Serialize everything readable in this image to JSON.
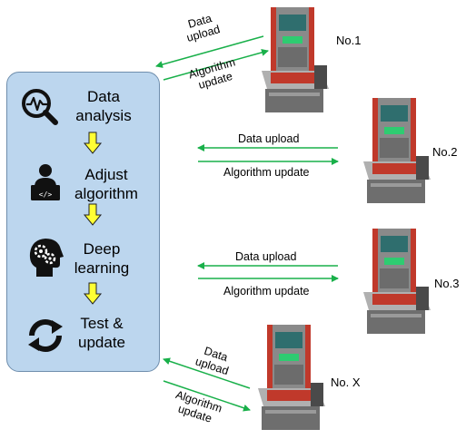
{
  "process": {
    "steps": [
      {
        "label_line1": "Data",
        "label_line2": "analysis",
        "icon": "analysis-search-icon"
      },
      {
        "label_line1": "Adjust",
        "label_line2": "algorithm",
        "icon": "developer-laptop-icon"
      },
      {
        "label_line1": "Deep",
        "label_line2": "learning",
        "icon": "brain-gears-icon"
      },
      {
        "label_line1": "Test &",
        "label_line2": "update",
        "icon": "refresh-arrows-icon"
      }
    ]
  },
  "machines": [
    {
      "name": "No.1",
      "upload_label": "Data\nupload",
      "update_label": "Algorithm\nupdate"
    },
    {
      "name": "No.2",
      "upload_label": "Data upload",
      "update_label": "Algorithm update"
    },
    {
      "name": "No.3",
      "upload_label": "Data upload",
      "update_label": "Algorithm update"
    },
    {
      "name": "No. X",
      "upload_label": "Data\nupload",
      "update_label": "Algorithm\nupdate"
    }
  ],
  "colors": {
    "panel_fill": "#bcd6ee",
    "arrow_green": "#19b04a",
    "down_arrow_yellow": "#ffff33",
    "machine_red": "#c0392b",
    "machine_gray": "#8a8a8a"
  }
}
